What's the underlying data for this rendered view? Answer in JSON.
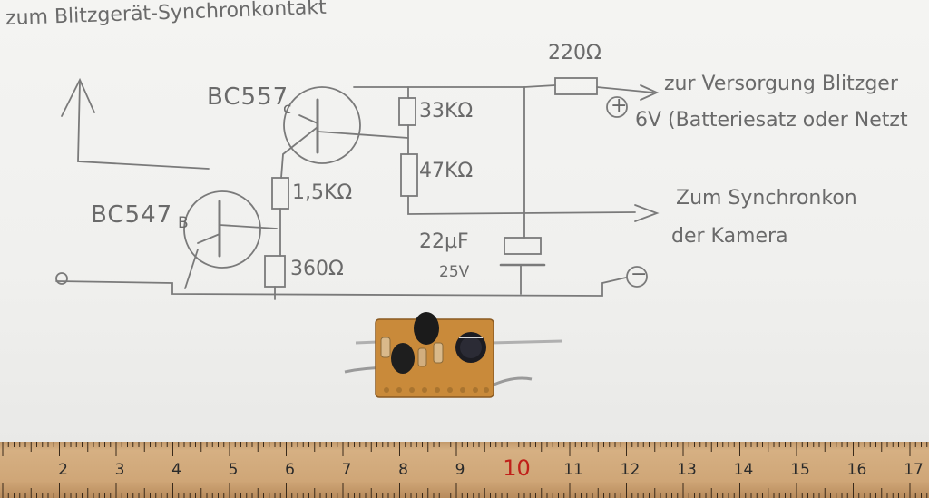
{
  "photo": {
    "notes": {
      "flash_sync": "zum Blitzgerät-Synchronkontakt",
      "supply": "zur Versorgung Blitzger",
      "supply_detail": "6V (Batteriesatz oder Netzt",
      "camera_sync_1": "Zum Synchronkon",
      "camera_sync_2": "der Kamera"
    },
    "components": {
      "t1": "BC557",
      "t1_pin": "c",
      "t2": "BC547",
      "t2_pin": "B",
      "r_top": "220Ω",
      "r1": "33KΩ",
      "r2": "47KΩ",
      "r3": "1,5KΩ",
      "r4": "360Ω",
      "cap_value": "22µF",
      "cap_voltage": "25V",
      "plus": "+",
      "minus": "−"
    },
    "ruler": {
      "numbers": [
        "2",
        "3",
        "4",
        "5",
        "6",
        "7",
        "8",
        "9",
        "10",
        "11",
        "12",
        "13",
        "14",
        "15",
        "16",
        "17"
      ],
      "highlight": "10"
    },
    "colors": {
      "paper": "#f2f2f0",
      "pencil": "#6a6a6a",
      "ruler_wood": "#cfa677",
      "ruler_red": "#c0201a",
      "pcb": "#c98a3a"
    }
  }
}
